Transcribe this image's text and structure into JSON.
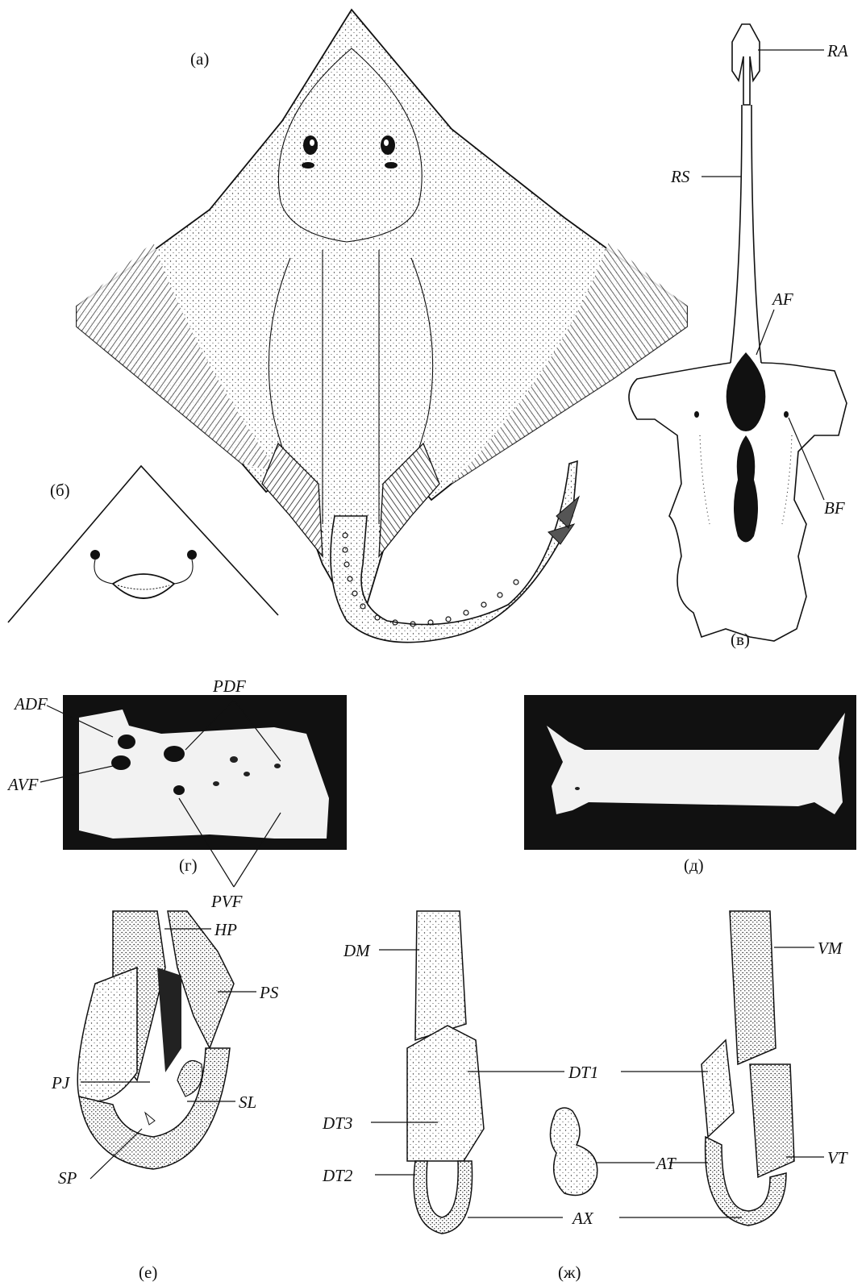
{
  "figure": {
    "panels": {
      "a": "(а)",
      "b": "(б)",
      "v": "(в)",
      "g": "(г)",
      "d": "(д)",
      "e": "(е)",
      "zh": "(ж)"
    },
    "synarcual_labels": {
      "ra": "RA",
      "rs": "RS",
      "af": "AF",
      "bf": "BF"
    },
    "scapulocoracoid_labels": {
      "adf": "ADF",
      "avf": "AVF",
      "pdf": "PDF",
      "pvf": "PVF"
    },
    "clasper_e_labels": {
      "hp": "HP",
      "ps": "PS",
      "pj": "PJ",
      "sl": "SL",
      "sp": "SP"
    },
    "clasper_zh_labels": {
      "dm": "DM",
      "vm": "VM",
      "dt1": "DT1",
      "dt3": "DT3",
      "dt2": "DT2",
      "at": "AT",
      "vt": "VT",
      "ax": "AX"
    }
  }
}
